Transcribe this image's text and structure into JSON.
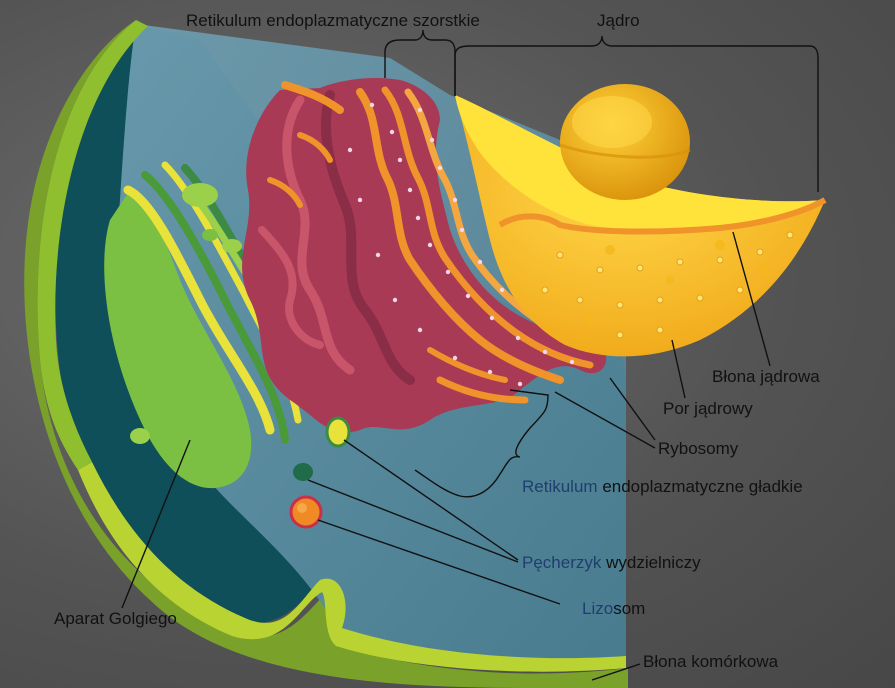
{
  "labels": {
    "rough_er": "Retikulum endoplazmatyczne szorstkie",
    "nucleus": "Jądro",
    "nuclear_membrane": "Błona jądrowa",
    "nuclear_pore": "Por jądrowy",
    "ribosomes": "Rybosomy",
    "smooth_er_part1": "Retikulum",
    "smooth_er_part2": " endoplazmatyczne gładkie",
    "secretory_vesicle_part1": "Pęcherzyk",
    "secretory_vesicle_part2": " wydzielniczy",
    "lysosome_part1": "Lizo",
    "lysosome_part2": "som",
    "golgi": "Aparat Golgiego",
    "cell_membrane": "Błona komórkowa"
  },
  "colors": {
    "cytoplasm": "#0f4f5a",
    "cut_face": "#5d8fa3",
    "cell_membrane": "#b9d332",
    "cell_membrane_dark": "#7aa12a",
    "rough_er": "#a93a55",
    "rough_er_highlight": "#f0932a",
    "nucleus": "#f5c21a",
    "nucleolus": "#e8a90e",
    "golgi": "#7cc043",
    "golgi_highlight": "#e8e23a",
    "lysosome": "#f08a24",
    "secretory_vesicle": "#1f6b4a",
    "label_dark": "#111111",
    "label_blue": "#1f3e6e"
  }
}
